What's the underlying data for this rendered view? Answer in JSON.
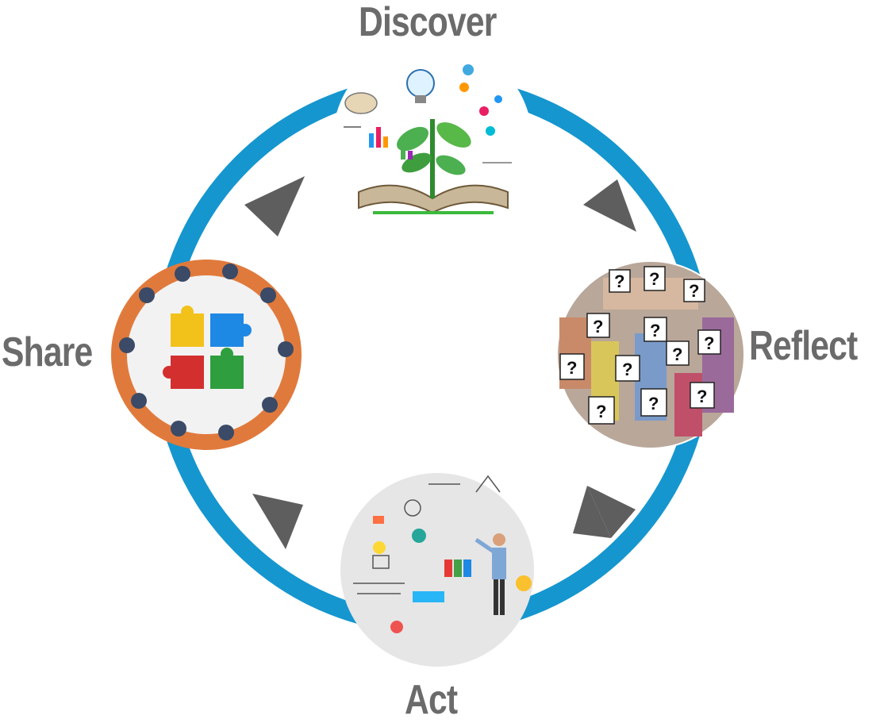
{
  "diagram": {
    "stages": [
      {
        "id": "discover",
        "label": "Discover",
        "picture": "lightbulb-plant-book-icon"
      },
      {
        "id": "reflect",
        "label": "Reflect",
        "picture": "question-mark-crowd-icon"
      },
      {
        "id": "act",
        "label": "Act",
        "picture": "business-doodle-wall-icon"
      },
      {
        "id": "share",
        "label": "Share",
        "picture": "puzzle-teamwork-icon"
      }
    ],
    "colors": {
      "cycle": "#1596cf",
      "arrow": "#5e5e5e",
      "label": "#6b6b6b"
    }
  }
}
